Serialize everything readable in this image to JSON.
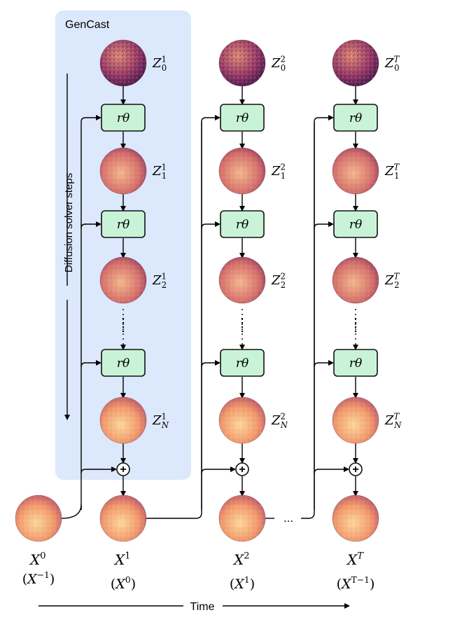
{
  "panel": {
    "title": "GenCast",
    "color": "#dce8fb"
  },
  "axes": {
    "solver_label": "Diffusion solver steps",
    "time_label": "Time"
  },
  "solver_box_label": "rθ",
  "solver_color": "#c9f3d7",
  "ellipsis": "...",
  "plus_symbol": "+",
  "columns": [
    {
      "noise_labels": [
        {
          "base": "Z",
          "sub": "0",
          "sup": "1"
        },
        {
          "base": "Z",
          "sub": "1",
          "sup": "1"
        },
        {
          "base": "Z",
          "sub": "2",
          "sup": "1"
        },
        {
          "base": "Z",
          "sub": "N",
          "sup": "1"
        }
      ],
      "state": {
        "base": "X",
        "sup": "1"
      },
      "prev": {
        "base": "X",
        "sup": "0"
      }
    },
    {
      "noise_labels": [
        {
          "base": "Z",
          "sub": "0",
          "sup": "2"
        },
        {
          "base": "Z",
          "sub": "1",
          "sup": "2"
        },
        {
          "base": "Z",
          "sub": "2",
          "sup": "2"
        },
        {
          "base": "Z",
          "sub": "N",
          "sup": "2"
        }
      ],
      "state": {
        "base": "X",
        "sup": "2"
      },
      "prev": {
        "base": "X",
        "sup": "1"
      }
    },
    {
      "noise_labels": [
        {
          "base": "Z",
          "sub": "0",
          "sup": "T"
        },
        {
          "base": "Z",
          "sub": "1",
          "sup": "T"
        },
        {
          "base": "Z",
          "sub": "2",
          "sup": "T"
        },
        {
          "base": "Z",
          "sub": "N",
          "sup": "T"
        }
      ],
      "state": {
        "base": "X",
        "sup": "T"
      },
      "prev": {
        "base": "X",
        "sup": "T−1"
      }
    }
  ],
  "initial": {
    "state": {
      "base": "X",
      "sup": "0"
    },
    "prev": {
      "base": "X",
      "sup": "−1"
    }
  }
}
